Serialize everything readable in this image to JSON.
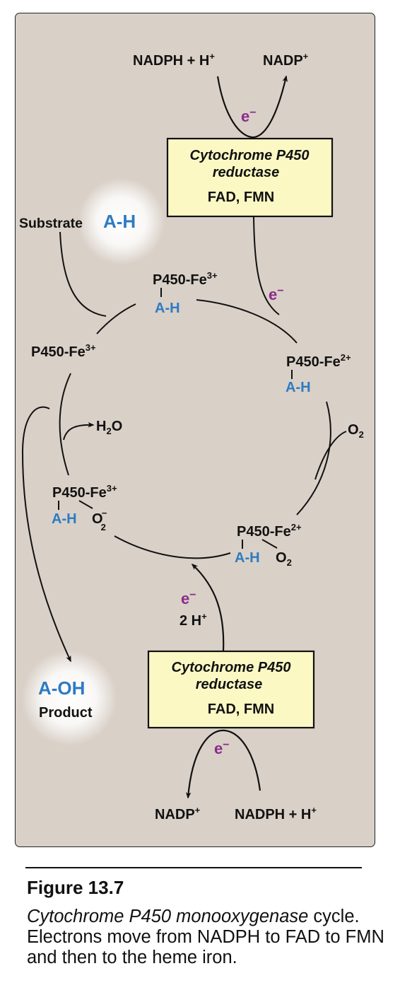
{
  "top_cofactor": {
    "nadph": "NADPH + H",
    "nadph_sup": "+",
    "nadp": "NADP",
    "nadp_sup": "+",
    "electron": "e",
    "electron_sup": "−"
  },
  "top_reductase": {
    "line1": "Cytochrome P450",
    "line2": "reductase",
    "cofactors": "FAD, FMN"
  },
  "substrate": {
    "label": "Substrate",
    "molecule": "A-H"
  },
  "states": {
    "fe3_ah": {
      "label": "P450-Fe",
      "sup": "3+",
      "bound": "A-H"
    },
    "fe2_ah": {
      "label": "P450-Fe",
      "sup": "2+",
      "bound": "A-H"
    },
    "fe2_ah_o2": {
      "label": "P450-Fe",
      "sup": "2+",
      "bound": "A-H",
      "oxygen": "O",
      "oxygen_sub": "2"
    },
    "fe3_ah_o2": {
      "label": "P450-Fe",
      "sup": "3+",
      "bound": "A-H",
      "oxygen": "O",
      "oxygen_sub": "2",
      "oxygen_sup": "−"
    },
    "fe3_free": {
      "label": "P450-Fe",
      "sup": "3+"
    }
  },
  "cycle_labels": {
    "electron1": "e",
    "electron1_sup": "−",
    "o2_input": "O",
    "o2_input_sub": "2",
    "water": "H",
    "water_sub": "2",
    "water_end": "O",
    "electron2": "e",
    "electron2_sup": "−",
    "protons": "2 H",
    "protons_sup": "+"
  },
  "product": {
    "molecule": "A-OH",
    "label": "Product"
  },
  "bottom_reductase": {
    "line1": "Cytochrome P450",
    "line2": "reductase",
    "cofactors": "FAD, FMN"
  },
  "bottom_cofactor": {
    "electron": "e",
    "electron_sup": "−",
    "nadp": "NADP",
    "nadp_sup": "+",
    "nadph": "NADPH + H",
    "nadph_sup": "+"
  },
  "caption": {
    "figure_number": "Figure 13.7",
    "title_italic": "Cytochrome P450 monooxygenase",
    "body": " cycle. Electrons move from NADPH to FAD to FMN and then to the heme iron."
  },
  "colors": {
    "panel": "#d9d0c7",
    "blue": "#2d7bc4",
    "purple": "#8b2a8e",
    "box": "#fbf8c4"
  }
}
